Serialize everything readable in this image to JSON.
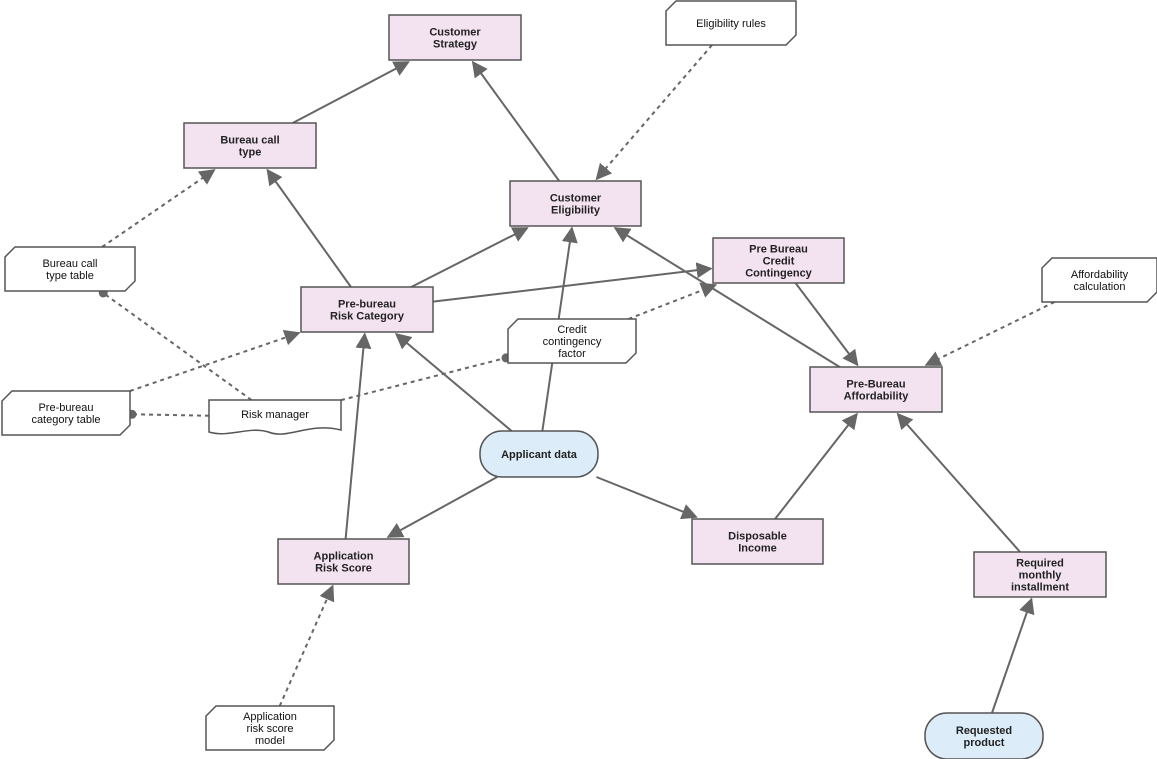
{
  "colors": {
    "decision_fill": "#f3e2f0",
    "decision_stroke": "#555555",
    "input_fill": "#dcecf8",
    "input_stroke": "#555555",
    "knowledge_fill": "#ffffff",
    "edge": "#666666"
  },
  "decisions": [
    {
      "id": "customer-strategy",
      "lines": [
        "Customer",
        "Strategy"
      ]
    },
    {
      "id": "bureau-call-type",
      "lines": [
        "Bureau call",
        "type"
      ]
    },
    {
      "id": "customer-eligibility",
      "lines": [
        "Customer",
        "Eligibility"
      ]
    },
    {
      "id": "pre-bureau-credit-contingency",
      "lines": [
        "Pre Bureau",
        "Credit",
        "Contingency"
      ]
    },
    {
      "id": "pre-bureau-risk-category",
      "lines": [
        "Pre-bureau",
        "Risk Category"
      ]
    },
    {
      "id": "pre-bureau-affordability",
      "lines": [
        "Pre-Bureau",
        "Affordability"
      ]
    },
    {
      "id": "application-risk-score",
      "lines": [
        "Application",
        "Risk Score"
      ]
    },
    {
      "id": "disposable-income",
      "lines": [
        "Disposable",
        "Income"
      ]
    },
    {
      "id": "required-monthly-installment",
      "lines": [
        "Required",
        "monthly",
        "installment"
      ]
    }
  ],
  "inputs": [
    {
      "id": "applicant-data",
      "lines": [
        "Applicant data"
      ]
    },
    {
      "id": "requested-product",
      "lines": [
        "Requested",
        "product"
      ]
    }
  ],
  "knowledge_models": [
    {
      "id": "eligibility-rules",
      "lines": [
        "Eligibility rules"
      ]
    },
    {
      "id": "bureau-call-type-table",
      "lines": [
        "Bureau call",
        "type table"
      ]
    },
    {
      "id": "affordability-calculation",
      "lines": [
        "Affordability",
        "calculation"
      ]
    },
    {
      "id": "credit-contingency-factor",
      "lines": [
        "Credit",
        "contingency",
        "factor"
      ]
    },
    {
      "id": "pre-bureau-category-table",
      "lines": [
        "Pre-bureau",
        "category table"
      ]
    },
    {
      "id": "application-risk-score-model",
      "lines": [
        "Application",
        "risk score",
        "model"
      ]
    }
  ],
  "sources": [
    {
      "id": "risk-manager",
      "lines": [
        "Risk manager"
      ]
    }
  ],
  "information_requirements": [
    {
      "from": "bureau-call-type",
      "to": "customer-strategy"
    },
    {
      "from": "customer-eligibility",
      "to": "customer-strategy"
    },
    {
      "from": "pre-bureau-risk-category",
      "to": "bureau-call-type"
    },
    {
      "from": "pre-bureau-risk-category",
      "to": "customer-eligibility"
    },
    {
      "from": "pre-bureau-risk-category",
      "to": "pre-bureau-credit-contingency"
    },
    {
      "from": "applicant-data",
      "to": "customer-eligibility"
    },
    {
      "from": "pre-bureau-affordability",
      "to": "customer-eligibility"
    },
    {
      "from": "pre-bureau-credit-contingency",
      "to": "pre-bureau-affordability"
    },
    {
      "from": "applicant-data",
      "to": "pre-bureau-risk-category"
    },
    {
      "from": "application-risk-score",
      "to": "pre-bureau-risk-category"
    },
    {
      "from": "applicant-data",
      "to": "application-risk-score"
    },
    {
      "from": "applicant-data",
      "to": "disposable-income"
    },
    {
      "from": "disposable-income",
      "to": "pre-bureau-affordability"
    },
    {
      "from": "required-monthly-installment",
      "to": "pre-bureau-affordability"
    },
    {
      "from": "requested-product",
      "to": "required-monthly-installment"
    }
  ],
  "knowledge_requirements": [
    {
      "from": "eligibility-rules",
      "to": "customer-eligibility"
    },
    {
      "from": "bureau-call-type-table",
      "to": "bureau-call-type"
    },
    {
      "from": "affordability-calculation",
      "to": "pre-bureau-affordability"
    },
    {
      "from": "credit-contingency-factor",
      "to": "pre-bureau-credit-contingency"
    },
    {
      "from": "pre-bureau-category-table",
      "to": "pre-bureau-risk-category"
    },
    {
      "from": "application-risk-score-model",
      "to": "application-risk-score"
    }
  ],
  "authority_requirements": [
    {
      "from": "risk-manager",
      "to": "bureau-call-type-table"
    },
    {
      "from": "risk-manager",
      "to": "pre-bureau-category-table"
    },
    {
      "from": "risk-manager",
      "to": "credit-contingency-factor"
    }
  ]
}
